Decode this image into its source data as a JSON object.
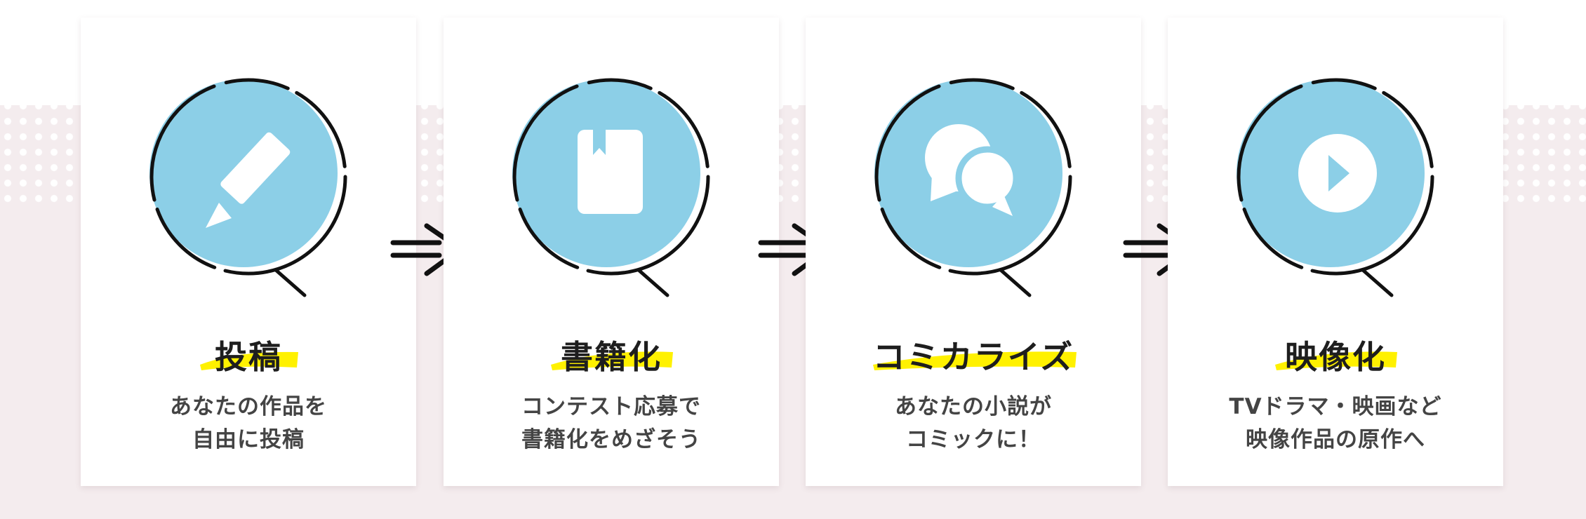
{
  "steps": [
    {
      "title": "投稿",
      "desc": [
        "あなたの作品を",
        "自由に投稿"
      ],
      "icon": "pencil-icon"
    },
    {
      "title": "書籍化",
      "desc": [
        "コンテスト応募で",
        "書籍化をめざそう"
      ],
      "icon": "book-icon"
    },
    {
      "title": "コミカライズ",
      "desc": [
        "あなたの小説が",
        "コミックに！"
      ],
      "icon": "speech-bubbles-icon"
    },
    {
      "title": "映像化",
      "desc": [
        "TVドラマ・映画など",
        "映像作品の原作へ"
      ],
      "icon": "play-icon"
    }
  ],
  "colors": {
    "circle_blue": "#8ccfe7",
    "highlight_yellow": "#fff100",
    "background_pink": "#f4ecee",
    "line_black": "#111111"
  }
}
